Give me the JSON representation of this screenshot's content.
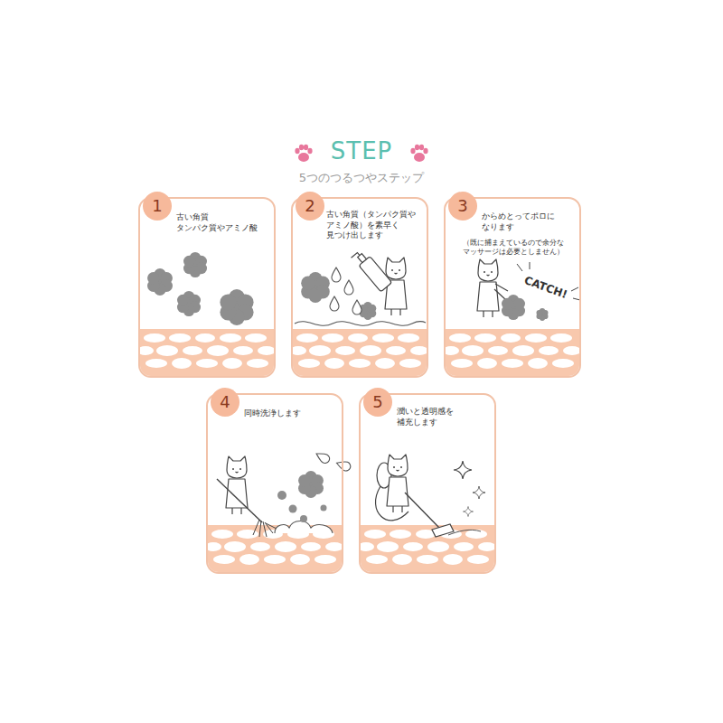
{
  "diagram": {
    "title": "STEP",
    "nodes": [
      {
        "text": [
          "古い角質 タンパク質やアミノ酸"
        ]
      },
      {
        "text": [
          "1"
        ],
        "in": 0
      },
      {
        "text": [
          "古い角質（タンパク質や アミノ酸）を素早く 見つけ出します"
        ]
      },
      {
        "text": [
          "2"
        ],
        "in": 2
      },
      {
        "text": [
          "からめとってポロに なります",
          "（既に捕まえているので余分な マッサージは必要としません）"
        ]
      },
      {
        "text": [
          "3"
        ],
        "in": 4
      },
      {
        "text": [
          "同時洗浄します"
        ]
      },
      {
        "text": [
          "4"
        ],
        "in": 6
      },
      {
        "text": [
          "潤いと透明感を 補充します"
        ]
      },
      {
        "text": [
          "5"
        ],
        "in": 8
      }
    ],
    "labels": [
      "5つのつるつやステップ",
      "CATCH!"
    ]
  }
}
